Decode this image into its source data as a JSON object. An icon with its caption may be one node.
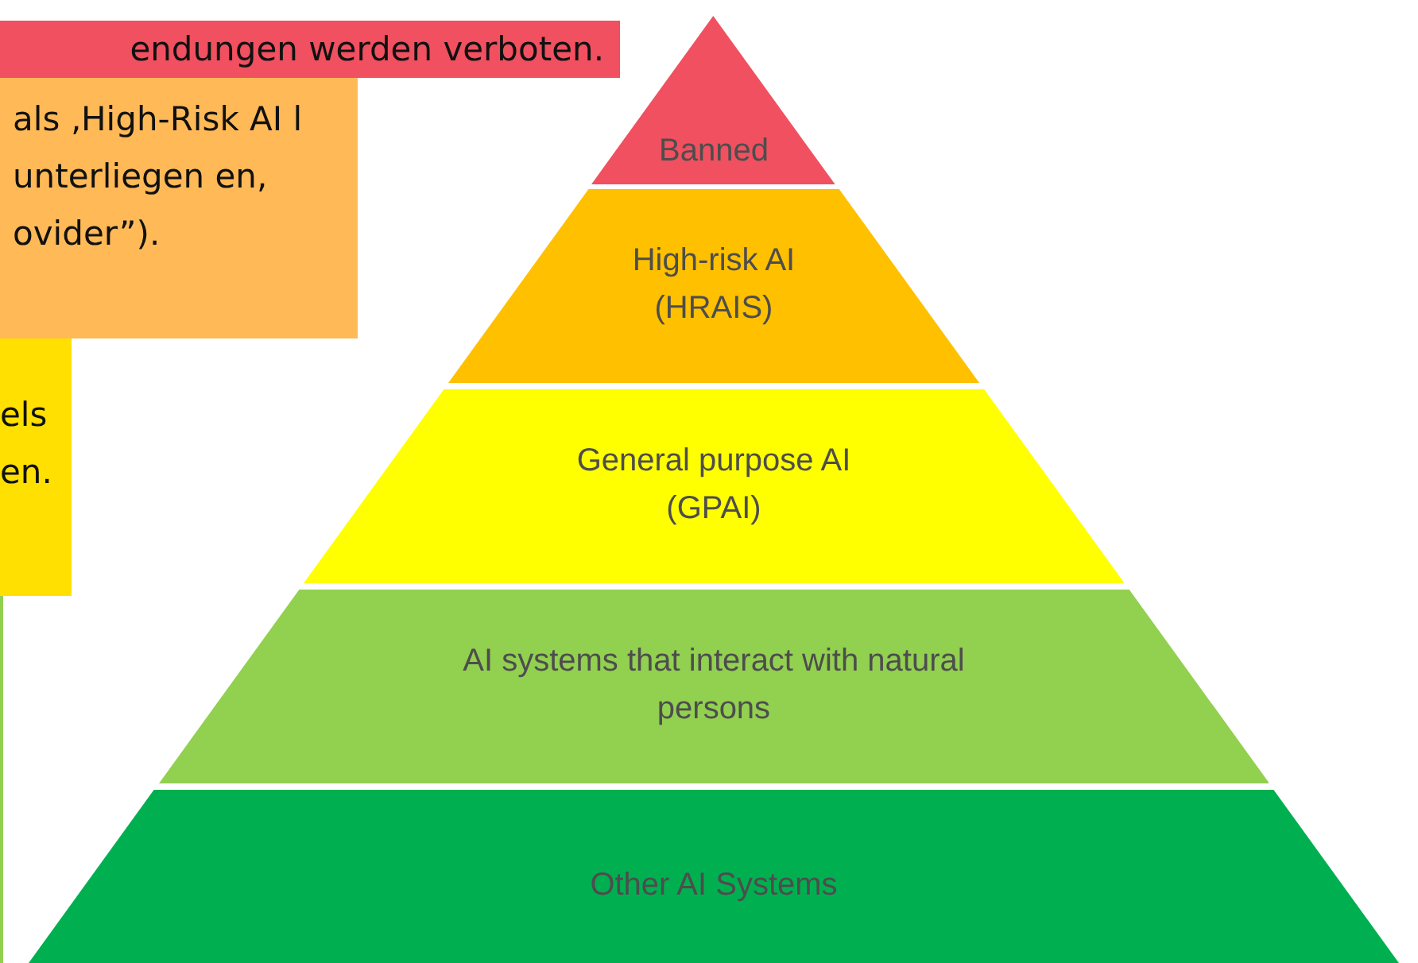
{
  "diagram": {
    "nodes": [
      {
        "text": [
          "endungen werden verboten."
        ]
      },
      {
        "text": [
          "als ‚High-Risk AI l unterliegen en, ovider”)."
        ]
      },
      {
        "text": [
          "els en."
        ]
      },
      {
        "text": [],
        "shape": "box"
      },
      {
        "text": [
          "Banned"
        ]
      },
      {
        "text": [
          "High-risk AI (HRAIS)"
        ]
      },
      {
        "text": [
          "General purpose AI (GPAI)"
        ]
      },
      {
        "text": [
          "AI systems that interact with natural persons"
        ]
      },
      {
        "text": [
          "Other AI Systems"
        ]
      }
    ]
  }
}
